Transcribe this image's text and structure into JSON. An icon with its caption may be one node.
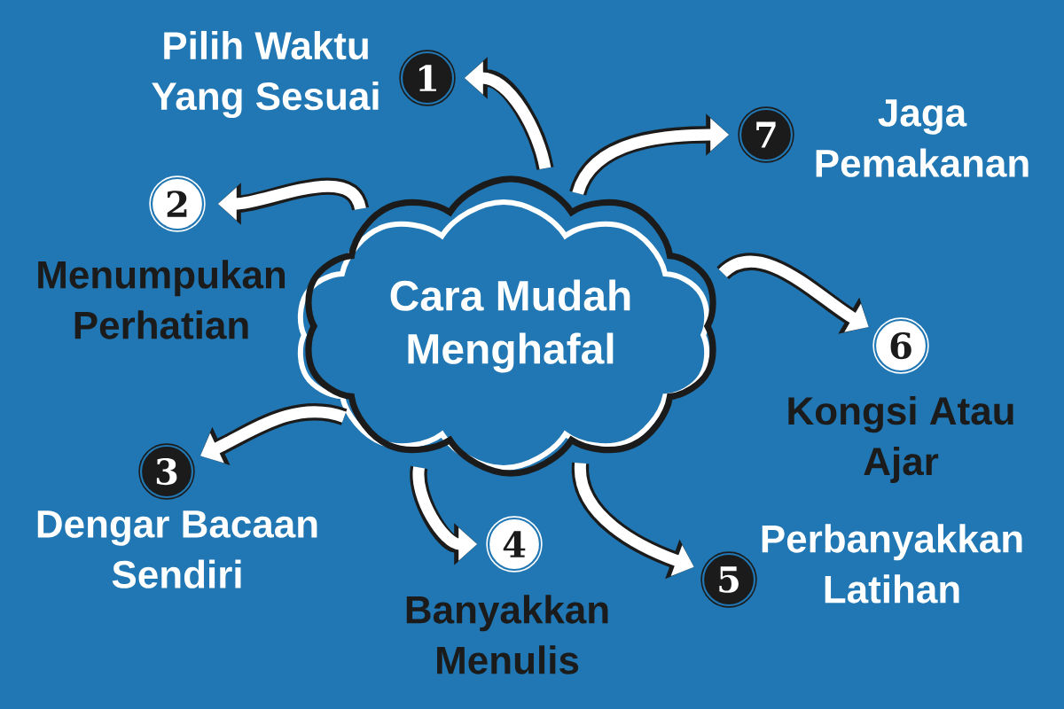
{
  "diagram": {
    "nodes": [
      {
        "text": [
          "Cara Mudah Menghafal"
        ]
      },
      {
        "text": [
          "1"
        ],
        "beside": [
          "Pilih Waktu Yang Sesuai"
        ]
      },
      {
        "text": [
          "2"
        ],
        "beside": [
          "Menumpukan Perhatian"
        ]
      },
      {
        "text": [
          "3"
        ],
        "beside": [
          "Dengar Bacaan Sendiri"
        ]
      },
      {
        "text": [
          "4"
        ],
        "beside": [
          "Banyakkan Menulis"
        ]
      },
      {
        "text": [
          "5"
        ],
        "beside": [
          "Perbanyakkan Latihan"
        ]
      },
      {
        "text": [
          "6"
        ],
        "beside": [
          "Kongsi Atau Ajar"
        ]
      },
      {
        "text": [
          "7"
        ],
        "beside": [
          "Jaga Pemakanan"
        ]
      }
    ],
    "edges": [
      {
        "from": 0,
        "to": 1,
        "arrow": "to"
      },
      {
        "from": 0,
        "to": 2,
        "arrow": "to"
      },
      {
        "from": 0,
        "to": 3,
        "arrow": "to"
      },
      {
        "from": 0,
        "to": 4,
        "arrow": "to"
      },
      {
        "from": 0,
        "to": 5,
        "arrow": "to"
      },
      {
        "from": 0,
        "to": 6,
        "arrow": "to"
      },
      {
        "from": 0,
        "to": 7,
        "arrow": "to"
      }
    ]
  }
}
